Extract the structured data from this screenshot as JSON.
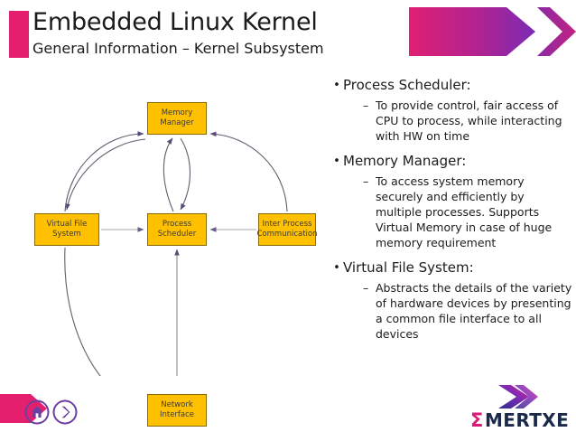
{
  "header": {
    "title": "Embedded Linux Kernel",
    "subtitle": "General Information – Kernel Subsystem",
    "accent_color": "#e4206e",
    "banner_gradient_from": "#e01f73",
    "banner_gradient_to": "#7b2bb5",
    "banner_icon": "chevron-right-banner-icon"
  },
  "diagram": {
    "type": "block-diagram",
    "node_fill": "#ffc000",
    "node_border": "#8a6a00",
    "arrow_color": "#5b4b7a",
    "straight_arrow_color": "#9a9a9a",
    "nodes": [
      {
        "id": "memory-manager",
        "line1": "Memory",
        "line2": "Manager"
      },
      {
        "id": "virtual-file-system",
        "line1": "Virtual File",
        "line2": "System"
      },
      {
        "id": "process-scheduler",
        "line1": "Process",
        "line2": "Scheduler"
      },
      {
        "id": "inter-process-communication",
        "line1": "Inter Process",
        "line2": "Communication"
      },
      {
        "id": "network-interface",
        "line1": "Network",
        "line2": "Interface"
      }
    ],
    "edges": [
      {
        "from": "virtual-file-system",
        "to": "process-scheduler",
        "style": "straight"
      },
      {
        "from": "inter-process-communication",
        "to": "process-scheduler",
        "style": "straight"
      },
      {
        "from": "network-interface",
        "to": "process-scheduler",
        "style": "straight"
      },
      {
        "from": "process-scheduler",
        "to": "memory-manager",
        "style": "curved"
      },
      {
        "from": "memory-manager",
        "to": "process-scheduler",
        "style": "curved"
      },
      {
        "from": "virtual-file-system",
        "to": "memory-manager",
        "style": "curved"
      },
      {
        "from": "memory-manager",
        "to": "virtual-file-system",
        "style": "curved"
      },
      {
        "from": "inter-process-communication",
        "to": "memory-manager",
        "style": "curved"
      },
      {
        "from": "virtual-file-system",
        "to": "network-interface",
        "style": "curved"
      }
    ]
  },
  "content": {
    "topics": [
      {
        "title": "Process Scheduler:",
        "detail": "To provide control, fair access of CPU to process, while interacting with HW on time"
      },
      {
        "title": "Memory Manager:",
        "detail": "To access system memory securely and efficiently by multiple processes. Supports Virtual Memory in case of huge memory requirement"
      },
      {
        "title": "Virtual File System:",
        "detail": "Abstracts the details of the variety of hardware devices by presenting a common file interface to all devices"
      }
    ],
    "bullet_glyph": "•",
    "sub_glyph": "–"
  },
  "footer": {
    "home_icon": "home-icon",
    "next_icon": "chevron-right-icon",
    "arrow_icon": "arrow-right-shape-icon",
    "icon_color": "#6b3fa0",
    "logo_sigma": "Σ",
    "logo_text": "MERTXE",
    "logo_text_color": "#1b2a4a",
    "logo_sigma_color": "#d81b77"
  }
}
